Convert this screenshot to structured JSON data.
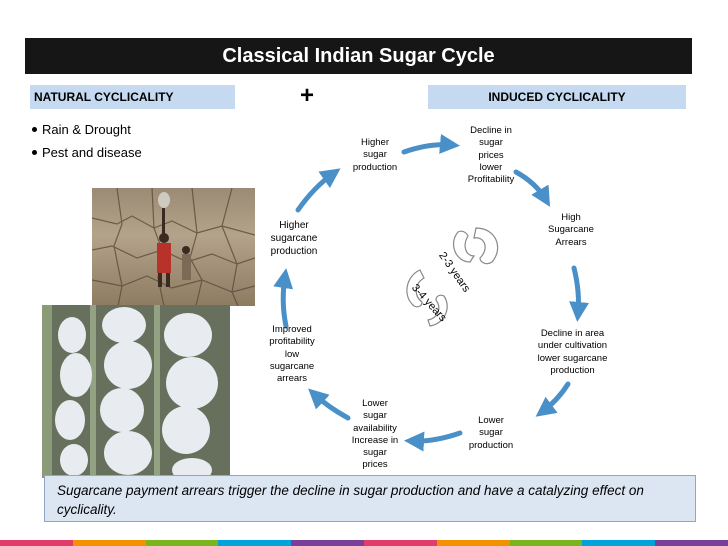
{
  "title": "Classical Indian Sugar Cycle",
  "natural_label": "NATURAL CYCLICALITY",
  "plus": "+",
  "induced_label": "INDUCED CYCLICALITY",
  "natural_causes": [
    "Rain & Drought",
    "Pest and disease"
  ],
  "cycle_nodes": [
    [
      "Higher",
      "sugar",
      "production"
    ],
    [
      "Decline in",
      "sugar",
      "prices",
      "lower",
      "Profitability"
    ],
    [
      "High",
      "Sugarcane",
      "Arrears"
    ],
    [
      "Decline in area",
      "under cultivation",
      "lower sugarcane",
      "production"
    ],
    [
      "Lower",
      "sugar",
      "production"
    ],
    [
      "Lower",
      "sugar",
      "availability",
      "Increase in",
      "sugar",
      "prices"
    ],
    [
      "Improved",
      "profitability",
      "low",
      "sugarcane",
      "arrears"
    ],
    [
      "Higher",
      "sugarcane",
      "production"
    ]
  ],
  "inner_cycles": [
    "2-3 years",
    "3-4 years"
  ],
  "footer_text": "Sugarcane payment arrears trigger the decline in sugar production and have a catalyzing effect on cyclicality.",
  "colors": {
    "arrow": "#4a90c8",
    "band": "#c5d9f1",
    "title_bar": "#161616",
    "footer_bg": "#dce6f2"
  }
}
